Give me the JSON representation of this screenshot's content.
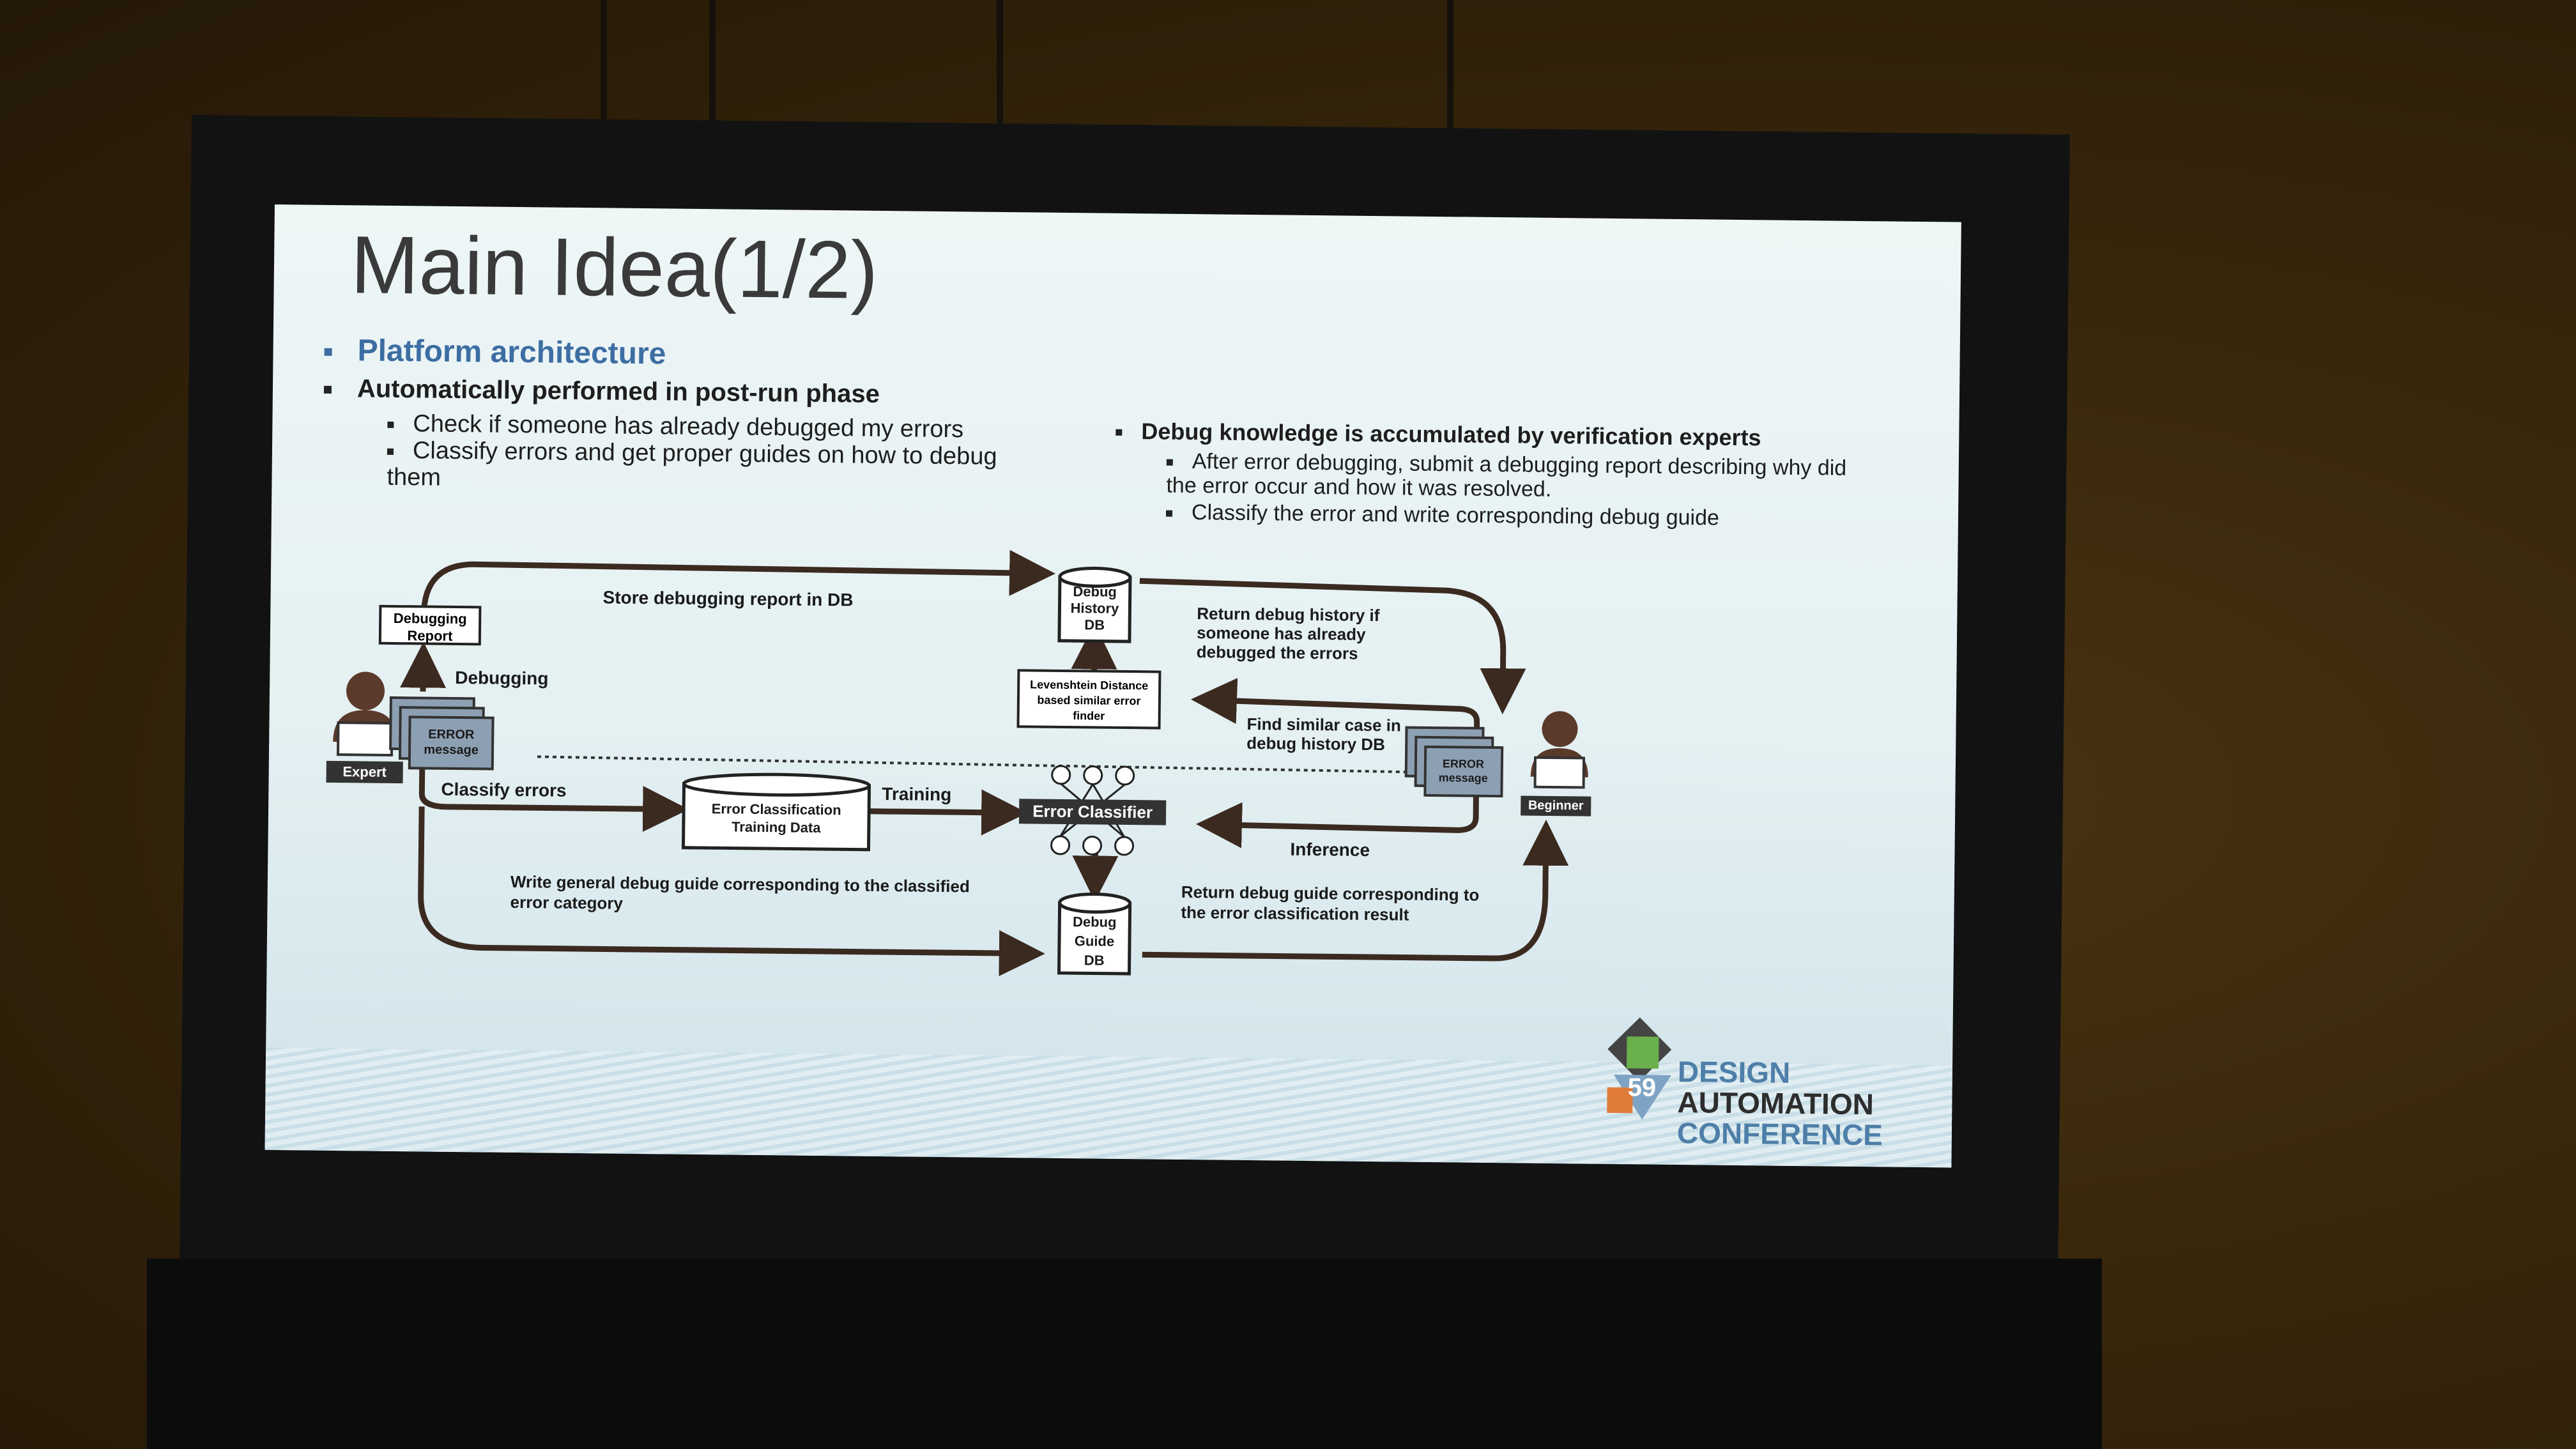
{
  "slide": {
    "title": "Main Idea(1/2)",
    "heading": "Platform architecture",
    "left_bullet": "Automatically performed in post-run phase",
    "left_sub_1": "Check if someone has already debugged my errors",
    "left_sub_2": "Classify errors and get proper guides on how to debug them",
    "right_bullet": "Debug knowledge is accumulated by verification experts",
    "right_sub_1": "After error debugging, submit a debugging report describing why did the error occur and how it was resolved.",
    "right_sub_2": "Classify the error and write corresponding debug guide"
  },
  "diagram": {
    "debug_history_db": "Debug History DB",
    "debug_guide_db": "Debug Guide DB",
    "debugging_report": "Debugging Report",
    "levenshtein": "Levenshtein Distance based similar error finder",
    "error_classifier": "Error Classifier",
    "training_data": "Error Classification Training Data",
    "expert": "Expert",
    "beginner": "Beginner",
    "error_message": "ERROR message",
    "store_report": "Store debugging report in DB",
    "debugging": "Debugging",
    "return_history": "Return debug history if someone has already debugged the errors",
    "find_similar": "Find similar case in debug history DB",
    "classify_errors": "Classify errors",
    "training": "Training",
    "inference": "Inference",
    "write_guide": "Write general debug guide corresponding to the classified error category",
    "return_guide": "Return debug guide corresponding to the error classification result"
  },
  "logo": {
    "number": "59",
    "line1": "DESIGN",
    "line2": "AUTOMATION",
    "line3": "CONFERENCE"
  },
  "colors": {
    "heading": "#3d6ea3",
    "screen": "#121212",
    "slide_bg": "#e8f3f4"
  }
}
